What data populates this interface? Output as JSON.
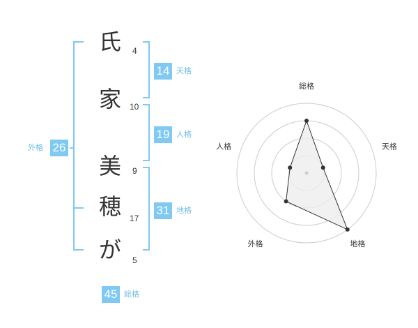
{
  "name": {
    "chars": [
      {
        "char": "氏",
        "strokes": "4"
      },
      {
        "char": "家",
        "strokes": "10"
      },
      {
        "char": "美",
        "strokes": "9"
      },
      {
        "char": "穂",
        "strokes": "17"
      },
      {
        "char": "が",
        "strokes": "5"
      }
    ]
  },
  "scores": {
    "tenkaku": {
      "value": "14",
      "label": "天格"
    },
    "jinkaku": {
      "value": "19",
      "label": "人格"
    },
    "chikaku": {
      "value": "31",
      "label": "地格"
    },
    "gaikaku": {
      "value": "26",
      "label": "外格"
    },
    "soukaku": {
      "value": "45",
      "label": "総格"
    }
  },
  "radar": {
    "axes": [
      "総格",
      "天格",
      "地格",
      "外格",
      "人格"
    ],
    "levels": 4,
    "values": [
      0.75,
      0.25,
      1.0,
      0.5,
      0.25
    ],
    "colors": {
      "ring": "#cccccc",
      "fill": "#eeeeee",
      "stroke": "#333333",
      "point": "#333333"
    }
  },
  "colors": {
    "bracket": "#7fc9f2",
    "badge": "#7fc9f2"
  }
}
